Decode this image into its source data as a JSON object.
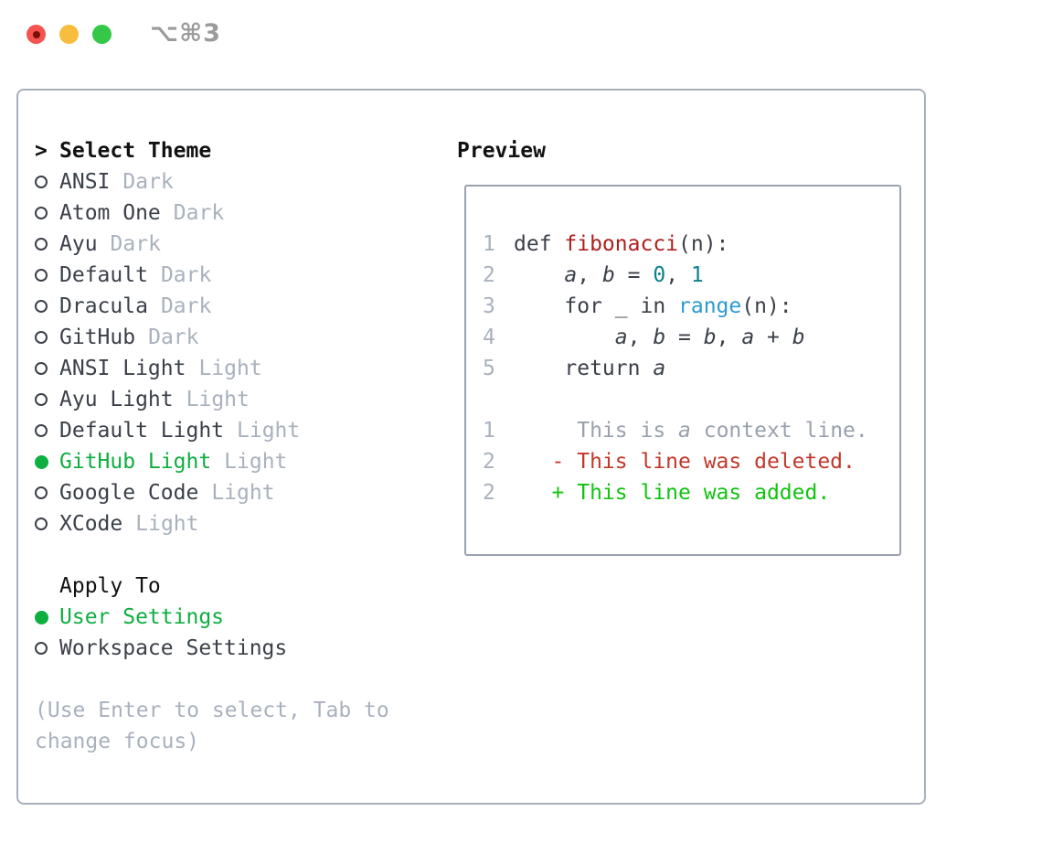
{
  "window": {
    "shortcut": "⌥⌘3",
    "traffic_lights": [
      "close",
      "minimize",
      "zoom"
    ]
  },
  "left_panel": {
    "title_prefix": ">",
    "title": "Select Theme",
    "themes": [
      {
        "name": "ANSI",
        "tag": "Dark",
        "selected": false
      },
      {
        "name": "Atom One",
        "tag": "Dark",
        "selected": false
      },
      {
        "name": "Ayu",
        "tag": "Dark",
        "selected": false
      },
      {
        "name": "Default",
        "tag": "Dark",
        "selected": false
      },
      {
        "name": "Dracula",
        "tag": "Dark",
        "selected": false
      },
      {
        "name": "GitHub",
        "tag": "Dark",
        "selected": false
      },
      {
        "name": "ANSI Light",
        "tag": "Light",
        "selected": false
      },
      {
        "name": "Ayu Light",
        "tag": "Light",
        "selected": false
      },
      {
        "name": "Default Light",
        "tag": "Light",
        "selected": false
      },
      {
        "name": "GitHub Light",
        "tag": "Light",
        "selected": true
      },
      {
        "name": "Google Code",
        "tag": "Light",
        "selected": false
      },
      {
        "name": "XCode",
        "tag": "Light",
        "selected": false
      }
    ],
    "apply_to": {
      "title": "Apply To",
      "options": [
        {
          "name": "User Settings",
          "selected": true
        },
        {
          "name": "Workspace Settings",
          "selected": false
        }
      ]
    },
    "hint_lines": [
      "(Use Enter to select, Tab to",
      "change focus)"
    ]
  },
  "preview": {
    "title": "Preview",
    "lines": [
      {
        "kind": "code",
        "num": "1",
        "segments": [
          {
            "t": "def ",
            "s": "code"
          },
          {
            "t": "fibonacci",
            "s": "func"
          },
          {
            "t": "(n):",
            "s": "code"
          }
        ]
      },
      {
        "kind": "code",
        "num": "2",
        "segments": [
          {
            "t": "    ",
            "s": "code"
          },
          {
            "t": "a",
            "s": "var"
          },
          {
            "t": ", ",
            "s": "code"
          },
          {
            "t": "b",
            "s": "var"
          },
          {
            "t": " = ",
            "s": "code"
          },
          {
            "t": "0",
            "s": "num"
          },
          {
            "t": ", ",
            "s": "code"
          },
          {
            "t": "1",
            "s": "num"
          }
        ]
      },
      {
        "kind": "code",
        "num": "3",
        "segments": [
          {
            "t": "    for _ in ",
            "s": "code"
          },
          {
            "t": "range",
            "s": "builtin"
          },
          {
            "t": "(n):",
            "s": "code"
          }
        ]
      },
      {
        "kind": "code",
        "num": "4",
        "segments": [
          {
            "t": "        ",
            "s": "code"
          },
          {
            "t": "a",
            "s": "var"
          },
          {
            "t": ", ",
            "s": "code"
          },
          {
            "t": "b",
            "s": "var"
          },
          {
            "t": " = ",
            "s": "code"
          },
          {
            "t": "b",
            "s": "var"
          },
          {
            "t": ", ",
            "s": "code"
          },
          {
            "t": "a",
            "s": "var"
          },
          {
            "t": " + ",
            "s": "code"
          },
          {
            "t": "b",
            "s": "var"
          }
        ]
      },
      {
        "kind": "code",
        "num": "5",
        "segments": [
          {
            "t": "    return ",
            "s": "code"
          },
          {
            "t": "a",
            "s": "var"
          }
        ]
      },
      {
        "kind": "blank",
        "num": "",
        "segments": []
      },
      {
        "kind": "context",
        "num": "1",
        "segments": [
          {
            "t": "     This is ",
            "s": "ctx"
          },
          {
            "t": "a",
            "s": "ctxvar"
          },
          {
            "t": " context line.",
            "s": "ctx"
          }
        ]
      },
      {
        "kind": "deleted",
        "num": "2",
        "segments": [
          {
            "t": "   - This line was deleted.",
            "s": "del"
          }
        ]
      },
      {
        "kind": "added",
        "num": "2",
        "segments": [
          {
            "t": "   + This line was added.",
            "s": "add"
          }
        ]
      }
    ]
  },
  "colors": {
    "selection_green": "#0fae41",
    "added_green": "#12c312",
    "deleted_red": "#c2372a",
    "function_red": "#ae1f1e",
    "builtin_blue": "#2d9ad2",
    "number_teal": "#0c7f8d",
    "text_dark": "#3b4049",
    "muted_gray": "#a9b1bd",
    "border_gray": "#a8b0ba",
    "traffic_red": "#f4534f",
    "traffic_yellow": "#f8bd3c",
    "traffic_green": "#34c748"
  }
}
